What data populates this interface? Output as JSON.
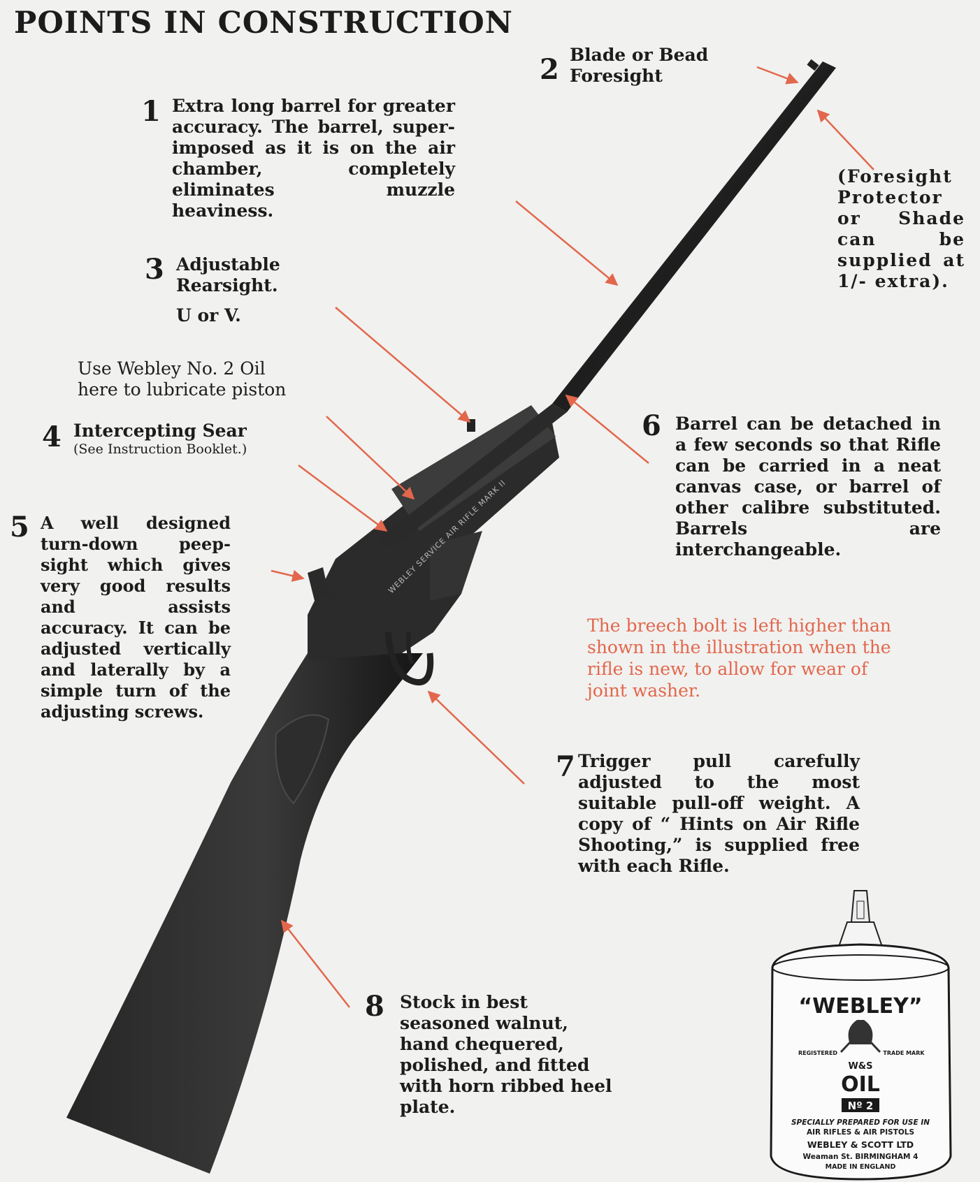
{
  "title": "POINTS IN CONSTRUCTION",
  "accent_color": "#e2674c",
  "points": [
    {
      "number": "1",
      "text": "Extra long barrel for greater accuracy. The barrel, super-imposed as it is on the air chamber, completely eliminates muzzle heaviness."
    },
    {
      "number": "2",
      "text": "Blade or Bead Foresight"
    },
    {
      "number": "3",
      "text": "Adjustable Rearsight.",
      "subtext": "U or V."
    },
    {
      "number": "4",
      "text": "Intercepting Sear",
      "subtext": "(See Instruction Booklet.)"
    },
    {
      "number": "5",
      "text": "A well designed turn-down peep-sight which gives very good results and assists accuracy. It can be adjusted vertically and laterally by a simple turn of the adjusting screws."
    },
    {
      "number": "6",
      "text": "Barrel can be detached in a few seconds so that Rifle can be carried in a neat canvas case, or barrel of other calibre substituted. Barrels are interchangeable."
    },
    {
      "number": "7",
      "text": "Trigger pull carefully adjusted to the most suitable pull-off weight. A copy of “ Hints on Air Rifle Shooting,” is supplied free with each Rifle."
    },
    {
      "number": "8",
      "text": "Stock in best seasoned walnut, hand chequered, polished, and fitted with horn ribbed heel plate."
    }
  ],
  "foresight_protector_note": "(Foresight Protector or Shade can be supplied at 1/- extra).",
  "oil_note": "Use Webley No. 2 Oil here to lubricate piston",
  "breech_note": "The breech bolt is left higher than shown in the illustration when the rifle is new, to allow for wear of joint washer.",
  "rifle_marking": "WEBLEY SERVICE AIR RIFLE MARK II",
  "oil_can": {
    "brand": "“WEBLEY”",
    "registered": "REGISTERED",
    "trade_mark": "TRADE MARK",
    "initials": "W&S",
    "product": "OIL",
    "grade": "Nº 2",
    "line1": "SPECIALLY PREPARED FOR USE IN",
    "line2": "AIR RIFLES & AIR PISTOLS",
    "maker": "WEBLEY & SCOTT LTD",
    "address": "Weaman St. BIRMINGHAM 4",
    "origin": "MADE IN ENGLAND"
  }
}
